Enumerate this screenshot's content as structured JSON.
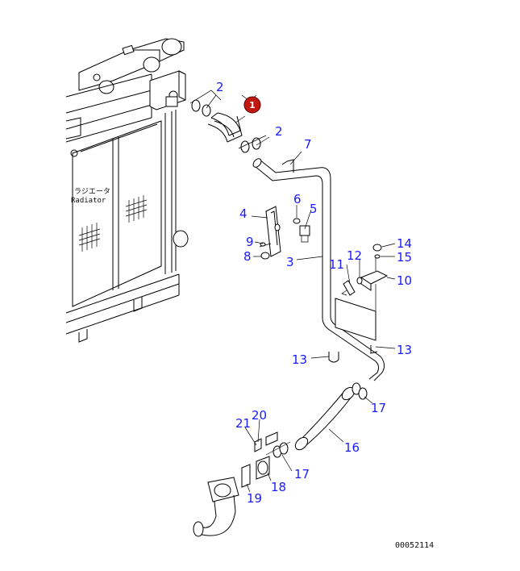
{
  "diagram": {
    "radiator_label_jp": "ラジエータ",
    "radiator_label_en": "Radiator",
    "highlight_part": "1",
    "drawing_number": "00052114",
    "part_labels": [
      "2",
      "2",
      "7",
      "6",
      "5",
      "4",
      "9",
      "8",
      "3",
      "11",
      "12",
      "14",
      "15",
      "10",
      "13",
      "13",
      "17",
      "20",
      "21",
      "16",
      "17",
      "18",
      "19"
    ]
  }
}
